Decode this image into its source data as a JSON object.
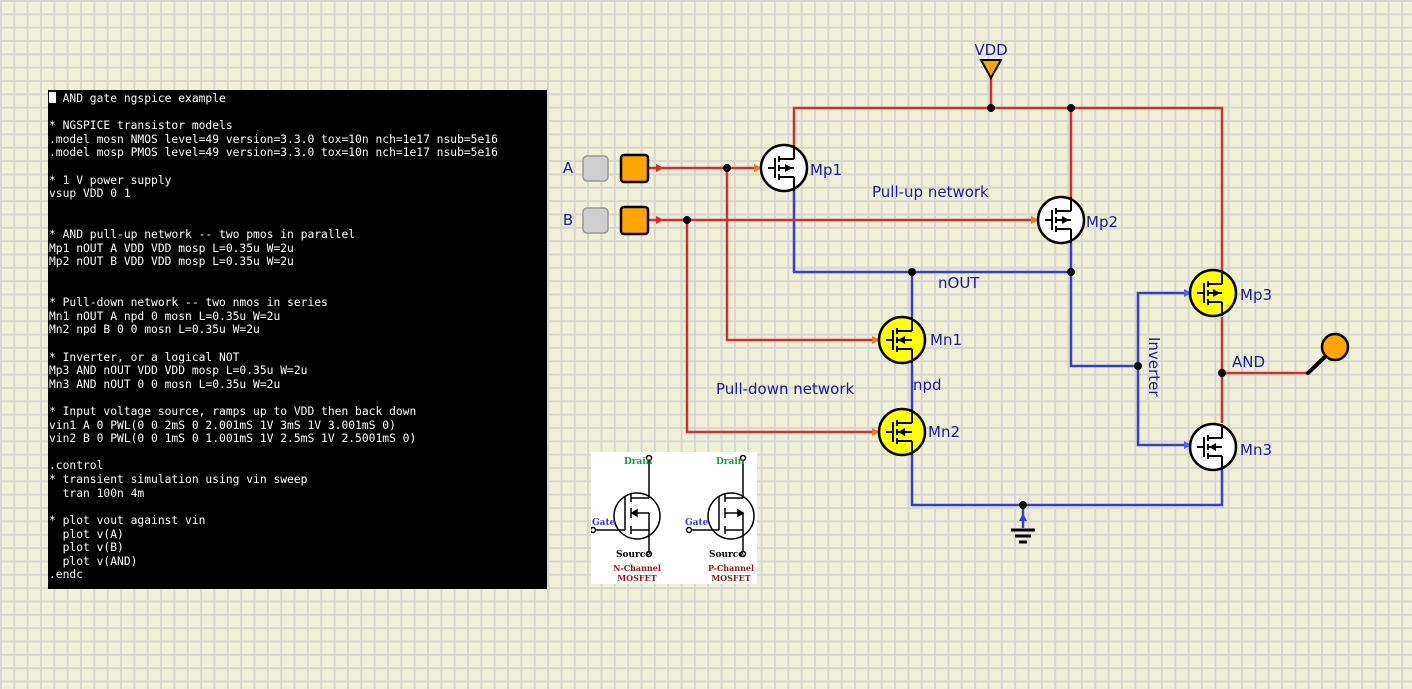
{
  "netlist": {
    "lines": [
      "* AND gate ngspice example",
      "",
      "* NGSPICE transistor models",
      ".model mosn NMOS level=49 version=3.3.0 tox=10n nch=1e17 nsub=5e16",
      ".model mosp PMOS level=49 version=3.3.0 tox=10n nch=1e17 nsub=5e16",
      "",
      "* 1 V power supply",
      "vsup VDD 0 1",
      "",
      "",
      "* AND pull-up network -- two pmos in parallel",
      "Mp1 nOUT A VDD VDD mosp L=0.35u W=2u",
      "Mp2 nOUT B VDD VDD mosp L=0.35u W=2u",
      "",
      "",
      "* Pull-down network -- two nmos in series",
      "Mn1 nOUT A npd 0 mosn L=0.35u W=2u",
      "Mn2 npd B 0 0 mosn L=0.35u W=2u",
      "",
      "* Inverter, or a logical NOT",
      "Mp3 AND nOUT VDD VDD mosp L=0.35u W=2u",
      "Mn3 AND nOUT 0 0 mosn L=0.35u W=2u",
      "",
      "* Input voltage source, ramps up to VDD then back down",
      "vin1 A 0 PWL(0 0 2mS 0 2.001mS 1V 3mS 1V 3.001mS 0)",
      "vin2 B 0 PWL(0 0 1mS 0 1.001mS 1V 2.5mS 1V 2.5001mS 0)",
      "",
      ".control",
      "* transient simulation using vin sweep",
      "  tran 100n 4m",
      "",
      "* plot vout against vin",
      "  plot v(A)",
      "  plot v(B)",
      "  plot v(AND)",
      ".endc"
    ]
  },
  "circuit": {
    "supply_label": "VDD",
    "inputs": [
      {
        "label": "A"
      },
      {
        "label": "B"
      }
    ],
    "transistors": [
      {
        "name": "Mp1",
        "type": "pmos",
        "active": false
      },
      {
        "name": "Mp2",
        "type": "pmos",
        "active": false
      },
      {
        "name": "Mp3",
        "type": "pmos",
        "active": true
      },
      {
        "name": "Mn1",
        "type": "nmos",
        "active": true
      },
      {
        "name": "Mn2",
        "type": "nmos",
        "active": true
      },
      {
        "name": "Mn3",
        "type": "nmos",
        "active": false
      }
    ],
    "labels": {
      "pullup": "Pull-up network",
      "pulldown": "Pull-down network",
      "nout": "nOUT",
      "npd": "npd",
      "inverter": "Inverter",
      "and": "AND"
    },
    "colors": {
      "high_wire": "#d03030",
      "low_wire": "#3a3ad8",
      "input_on": "#ffa500",
      "active_fill": "#ffff00",
      "label": "#1a1a9a"
    }
  },
  "reference": {
    "drain": "Drain",
    "gate": "Gate",
    "source": "Source",
    "n_channel": "N-Channel",
    "p_channel": "P-Channel",
    "mosfet": "MOSFET"
  }
}
